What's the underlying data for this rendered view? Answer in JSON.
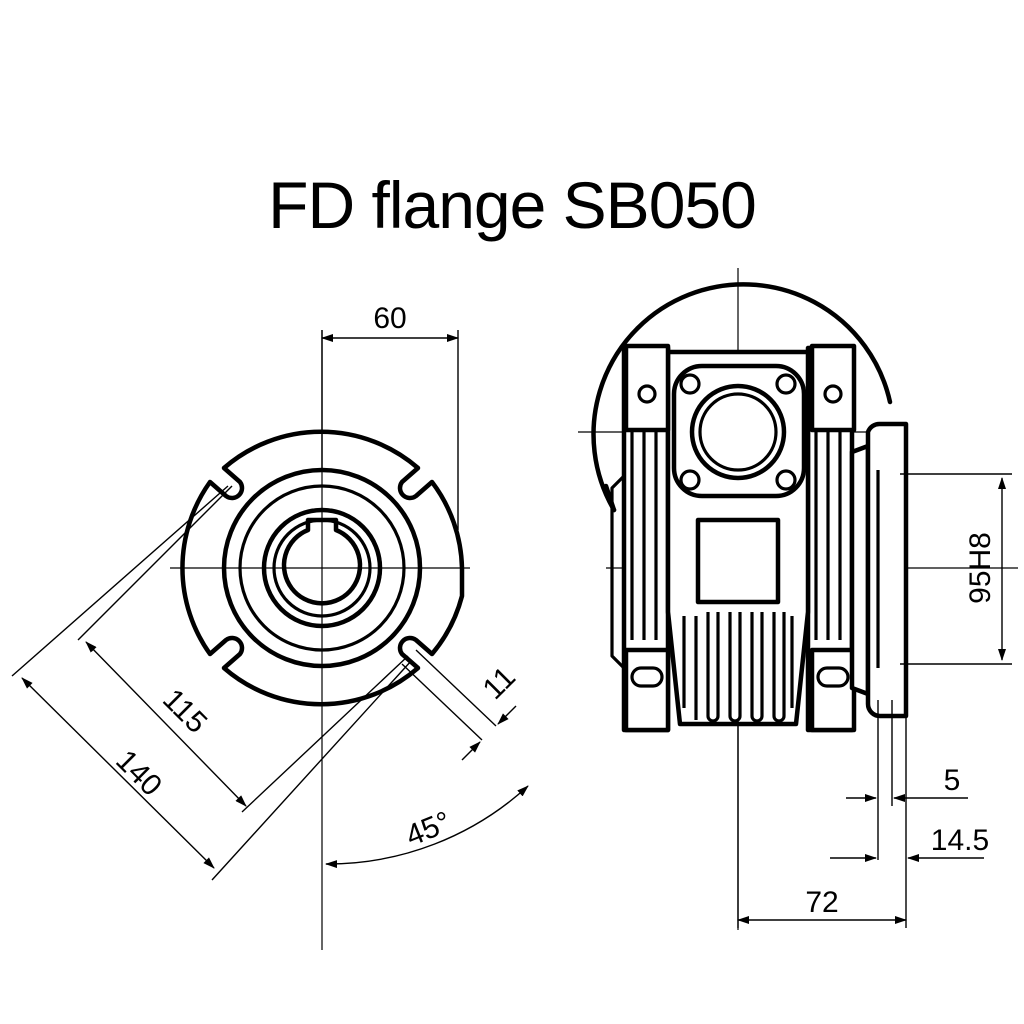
{
  "title": "FD flange SB050",
  "dimensions": {
    "left_top_width": "60",
    "left_inner_circle": "115",
    "left_outer_circle": "140",
    "left_slot": "11",
    "left_angle": "45°",
    "right_pilot": "95H8",
    "right_flange_thickness": "5",
    "right_spigot": "14.5",
    "right_offset": "72"
  }
}
